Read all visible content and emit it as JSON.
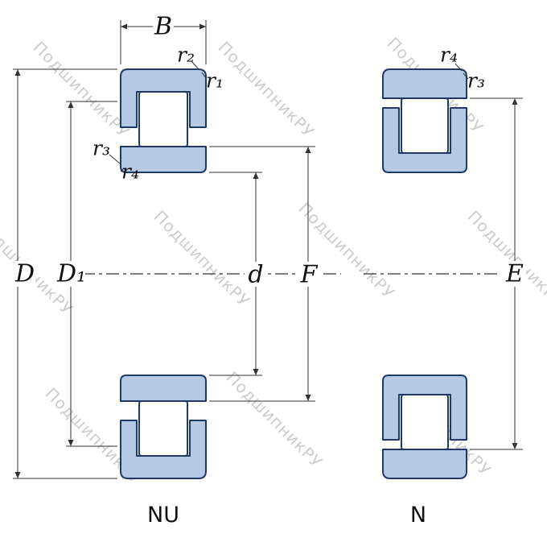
{
  "watermark": {
    "text": "ПодшипникРУ"
  },
  "labels": {
    "width": "B",
    "outer_diameter": "D",
    "flange_diameter": "D₁",
    "bore_diameter": "d",
    "inner_raceway_diameter": "F",
    "outer_raceway_diameter": "E",
    "chamfer_r1": "r₁",
    "chamfer_r2": "r₂",
    "chamfer_r3": "r₃",
    "chamfer_r4": "r₄"
  },
  "bearings": {
    "left": {
      "type_label": "NU"
    },
    "right": {
      "type_label": "N"
    }
  },
  "colors": {
    "ring_fill": "#b7c8e4",
    "outline": "#1b3a66",
    "dimension_lines": "#333333",
    "watermark": "#cccccc"
  }
}
